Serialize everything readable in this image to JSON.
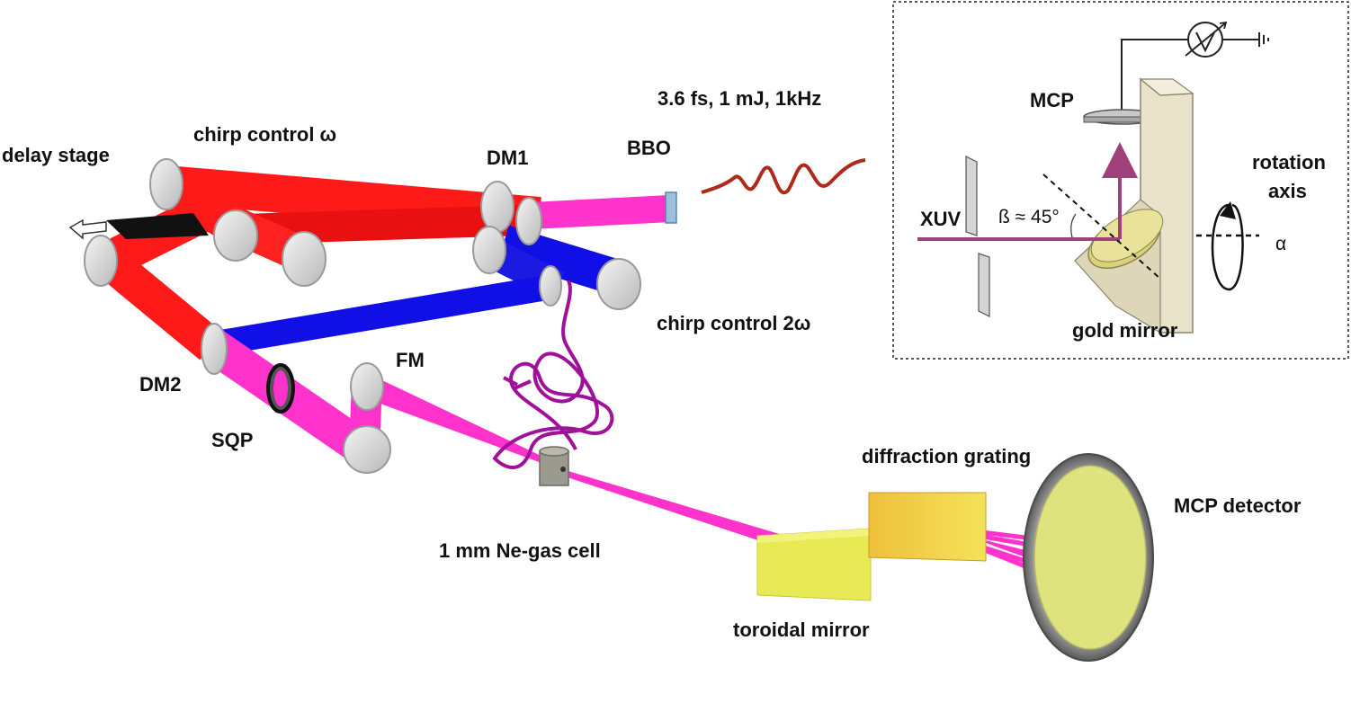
{
  "labels": {
    "pulse": "3.6 fs, 1 mJ, 1kHz",
    "bbo": "BBO",
    "dm1": "DM1",
    "chirp_omega": "chirp control ω",
    "delay_stage": "delay stage",
    "chirp_2omega": "chirp control 2ω",
    "dm2": "DM2",
    "fm": "FM",
    "sqp": "SQP",
    "gas_cell": "1 mm Ne-gas cell",
    "diffraction_grating": "diffraction grating",
    "toroidal_mirror": "toroidal mirror",
    "mcp_detector": "MCP detector"
  },
  "inset": {
    "mcp": "MCP",
    "rotation": "rotation",
    "axis": "axis",
    "xuv": "XUV",
    "beta": "ß ≈ 45°",
    "alpha": "α",
    "gold_mirror": "gold mirror"
  },
  "colors": {
    "omega_beam": "#ff1a1a",
    "two_omega_beam": "#1010e6",
    "combined_beam": "#ff33cc",
    "xuv_beam": "#a0407a",
    "trajectory": "#a0109a",
    "mirror": "#d8d8d8",
    "toroidal_block": "#e8ea55",
    "grating_block": "#f0c23a",
    "detector_face": "#dfe37e",
    "inset_mount": "#e9e3cc"
  }
}
